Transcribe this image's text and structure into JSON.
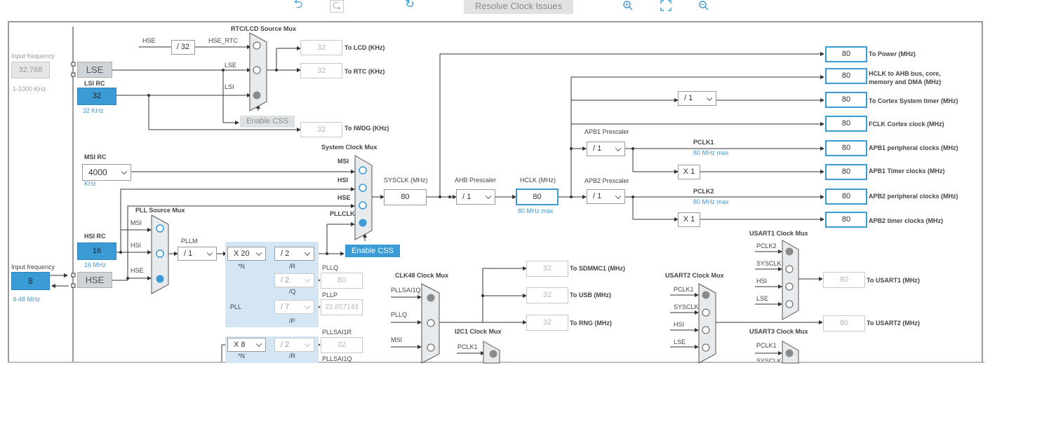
{
  "toolbar": {
    "resolve_label": "Resolve Clock Issues",
    "icons": [
      "undo-icon",
      "redo-icon",
      "reset-icon",
      "zoom-in-icon",
      "fit-icon",
      "zoom-out-icon"
    ]
  },
  "colors": {
    "accent": "#3a9bd5",
    "disabled": "#b8b8b8",
    "pll_bg": "#d4e6f4",
    "gray_block": "#cfd4d8"
  },
  "left": {
    "input_freq_label_top": "Input frequency",
    "lse_input": "32.768",
    "lse_range": "1-1000 KHz",
    "lse": "LSE",
    "lsi_rc": "LSI RC",
    "lsi_value": "32",
    "lsi_khz": "32 KHz",
    "msi_rc": "MSI RC",
    "msi_value": "4000",
    "msi_unit": "KHz",
    "hsi_rc": "HSI RC",
    "hsi_value": "16",
    "hsi_mhz": "16 MHz",
    "input_freq_label_bottom": "Input frequency",
    "hse_input": "8",
    "hse_range": "4-48 MHz",
    "hse": "HSE"
  },
  "rtc": {
    "mux_title": "RTC/LCD Source Mux",
    "hse": "HSE",
    "div": "/ 32",
    "hse_rtc": "HSE_RTC",
    "lse": "LSE",
    "lsi": "LSI",
    "enable_css": "Enable CSS",
    "lcd_value": "32",
    "lcd_label": "To LCD (KHz)",
    "rtc_value": "32",
    "rtc_label": "To RTC (KHz)",
    "iwdg_value": "32",
    "iwdg_label": "To IWDG (KHz)"
  },
  "sysmux": {
    "title": "System Clock Mux",
    "msi": "MSI",
    "hsi": "HSI",
    "hse": "HSE",
    "pllclk": "PLLCLK",
    "enable_css": "Enable CSS",
    "sysclk_label": "SYSCLK (MHz)",
    "sysclk_value": "80"
  },
  "ahb": {
    "prescaler_label": "AHB Prescaler",
    "prescaler_value": "/ 1",
    "hclk_label": "HCLK (MHz)",
    "hclk_value": "80",
    "hclk_max": "80 MHz max"
  },
  "apb": {
    "apb1_label": "APB1 Prescaler",
    "apb1_value": "/ 1",
    "pclk1": "PCLK1",
    "pclk1_max": "80 MHz max",
    "apb2_label": "APB2 Prescaler",
    "apb2_value": "/ 1",
    "pclk2": "PCLK2",
    "pclk2_max": "80 MHz max",
    "x1_a": "X 1",
    "x1_b": "X 1",
    "cortex_div": "/ 1"
  },
  "outputs": [
    {
      "value": "80",
      "label": "To Power (MHz)"
    },
    {
      "value": "80",
      "label": "HCLK to AHB bus, core,",
      "label2": "memory and DMA (MHz)"
    },
    {
      "value": "80",
      "label": "To Cortex System timer (MHz)"
    },
    {
      "value": "80",
      "label": "FCLK Cortex clock (MHz)"
    },
    {
      "value": "80",
      "label": "APB1 peripheral clocks (MHz)"
    },
    {
      "value": "80",
      "label": "APB1 Timer clocks (MHz)"
    },
    {
      "value": "80",
      "label": "APB2 peripheral clocks (MHz)"
    },
    {
      "value": "80",
      "label": "APB2 timer clocks (MHz)"
    }
  ],
  "pll": {
    "src_mux_title": "PLL Source Mux",
    "msi": "MSI",
    "hsi": "HSI",
    "hse": "HSE",
    "pllm_label": "PLLM",
    "pllm_value": "/ 1",
    "n_value": "X 20",
    "n_label": "*N",
    "r_value": "/ 2",
    "r_label": "/R",
    "q_value": "/ 2",
    "q_label": "/Q",
    "p_value": "/ 7",
    "p_label": "/P",
    "pll_label": "PLL",
    "pllq_label": "PLLQ",
    "pllq_value": "80",
    "pllp_label": "PLLP",
    "pllp_value": "22.857143",
    "sai1_n_value": "X 8",
    "sai1_n_label": "*N",
    "sai1_r_value": "/ 2",
    "sai1_r_label": "/R",
    "pllsai1r_label": "PLLSAI1R",
    "pllsai1r_value": "32",
    "pllsai1q_label": "PLLSAI1Q"
  },
  "clk48": {
    "title": "CLK48 Clock Mux",
    "pllsai1q": "PLLSAI1Q",
    "pllq": "PLLQ",
    "msi": "MSI",
    "sdmmc_value": "32",
    "sdmmc_label": "To SDMMC1 (MHz)",
    "usb_value": "32",
    "usb_label": "To USB (MHz)",
    "rng_value": "32",
    "rng_label": "To RNG (MHz)"
  },
  "i2c1": {
    "title": "I2C1 Clock Mux",
    "pclk1": "PCLK1"
  },
  "usart1": {
    "title": "USART1 Clock Mux",
    "pclk2": "PCLK2",
    "sysclk": "SYSCLK",
    "hsi": "HSI",
    "lse": "LSE",
    "value": "80",
    "label": "To USART1 (MHz)"
  },
  "usart2": {
    "title": "USART2 Clock Mux",
    "pclk1": "PCLK1",
    "sysclk": "SYSCLK",
    "hsi": "HSI",
    "lse": "LSE",
    "value": "80",
    "label": "To USART2 (MHz)"
  },
  "usart3": {
    "title": "USART3 Clock Mux",
    "pclk1": "PCLK1",
    "sysclk": "SYSCLK"
  }
}
